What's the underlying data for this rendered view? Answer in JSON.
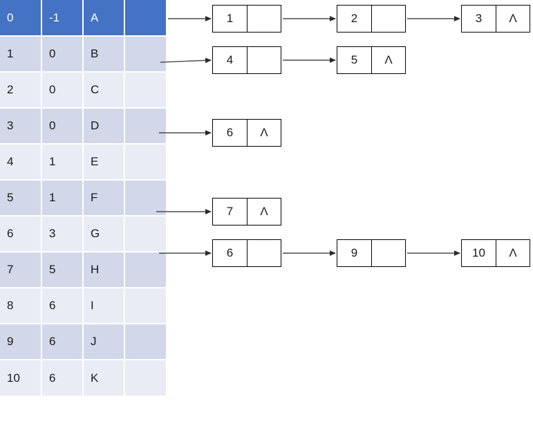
{
  "diagram": {
    "title": "adjacency-list-representation",
    "colors": {
      "header_row": "#4472C4",
      "row_dark": "#D2D7E9",
      "row_light": "#E9ECF5",
      "node_border": "#000000",
      "arrow": "#333333",
      "text": "#1a1a1a",
      "header_text": "#ffffff"
    }
  },
  "table": {
    "columns": [
      "index",
      "parent",
      "label",
      "head"
    ],
    "rows": [
      {
        "index": "0",
        "parent": "-1",
        "label": "A",
        "head": "",
        "style": "header"
      },
      {
        "index": "1",
        "parent": "0",
        "label": "B",
        "head": "",
        "style": "dark"
      },
      {
        "index": "2",
        "parent": "0",
        "label": "C",
        "head": "",
        "style": "light"
      },
      {
        "index": "3",
        "parent": "0",
        "label": "D",
        "head": "",
        "style": "dark"
      },
      {
        "index": "4",
        "parent": "1",
        "label": "E",
        "head": "",
        "style": "light"
      },
      {
        "index": "5",
        "parent": "1",
        "label": "F",
        "head": "",
        "style": "dark"
      },
      {
        "index": "6",
        "parent": "3",
        "label": "G",
        "head": "",
        "style": "light"
      },
      {
        "index": "7",
        "parent": "5",
        "label": "H",
        "head": "",
        "style": "dark"
      },
      {
        "index": "8",
        "parent": "6",
        "label": "I",
        "head": "",
        "style": "light"
      },
      {
        "index": "9",
        "parent": "6",
        "label": "J",
        "head": "",
        "style": "dark"
      },
      {
        "index": "10",
        "parent": "6",
        "label": "K",
        "head": "",
        "style": "light"
      }
    ]
  },
  "null_symbol": "Λ",
  "lists": [
    {
      "row": "0",
      "nodes": [
        {
          "value": "1",
          "next": ""
        },
        {
          "value": "2",
          "next": ""
        },
        {
          "value": "3",
          "next": "Λ"
        }
      ]
    },
    {
      "row": "1",
      "nodes": [
        {
          "value": "4",
          "next": ""
        },
        {
          "value": "5",
          "next": "Λ"
        }
      ]
    },
    {
      "row": "3",
      "nodes": [
        {
          "value": "6",
          "next": "Λ"
        }
      ]
    },
    {
      "row": "5",
      "nodes": [
        {
          "value": "7",
          "next": "Λ"
        }
      ]
    },
    {
      "row": "6",
      "nodes": [
        {
          "value": "6",
          "next": ""
        },
        {
          "value": "9",
          "next": ""
        },
        {
          "value": "10",
          "next": "Λ"
        }
      ]
    }
  ]
}
